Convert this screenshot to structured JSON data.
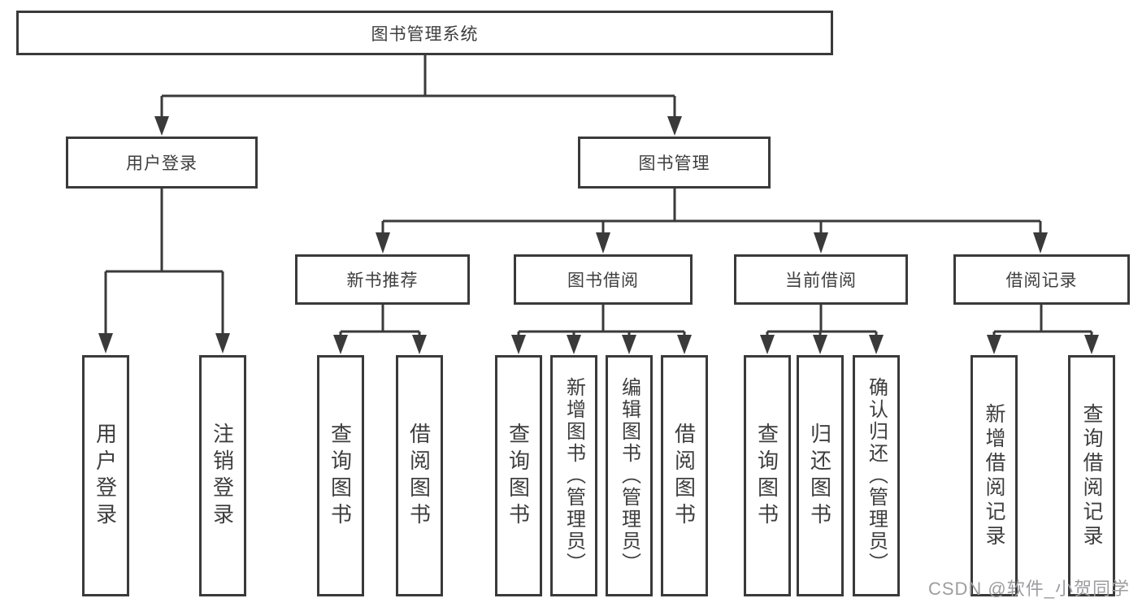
{
  "diagram": {
    "tree": {
      "root": {
        "label": "图书管理系统"
      },
      "branches": [
        {
          "label": "用户登录",
          "children": [
            {
              "label": "用户登录"
            },
            {
              "label": "注销登录"
            }
          ]
        },
        {
          "label": "图书管理",
          "groups": [
            {
              "label": "新书推荐",
              "children": [
                {
                  "label": "查询图书"
                },
                {
                  "label": "借阅图书"
                }
              ]
            },
            {
              "label": "图书借阅",
              "children": [
                {
                  "label": "查询图书"
                },
                {
                  "label": "新增图书（管理员）"
                },
                {
                  "label": "编辑图书（管理员）"
                },
                {
                  "label": "借阅图书"
                }
              ]
            },
            {
              "label": "当前借阅",
              "children": [
                {
                  "label": "查询图书"
                },
                {
                  "label": "归还图书"
                },
                {
                  "label": "确认归还（管理员）"
                }
              ]
            },
            {
              "label": "借阅记录",
              "children": [
                {
                  "label": "新增借阅记录"
                },
                {
                  "label": "查询借阅记录"
                }
              ]
            }
          ]
        }
      ]
    },
    "watermark": {
      "text": "CSDN @软件_小贺同学"
    },
    "colors": {
      "line": "#3a3a3a",
      "text": "#3e3e3e",
      "watermark": "#9d9da0",
      "background": "#ffffff"
    }
  }
}
